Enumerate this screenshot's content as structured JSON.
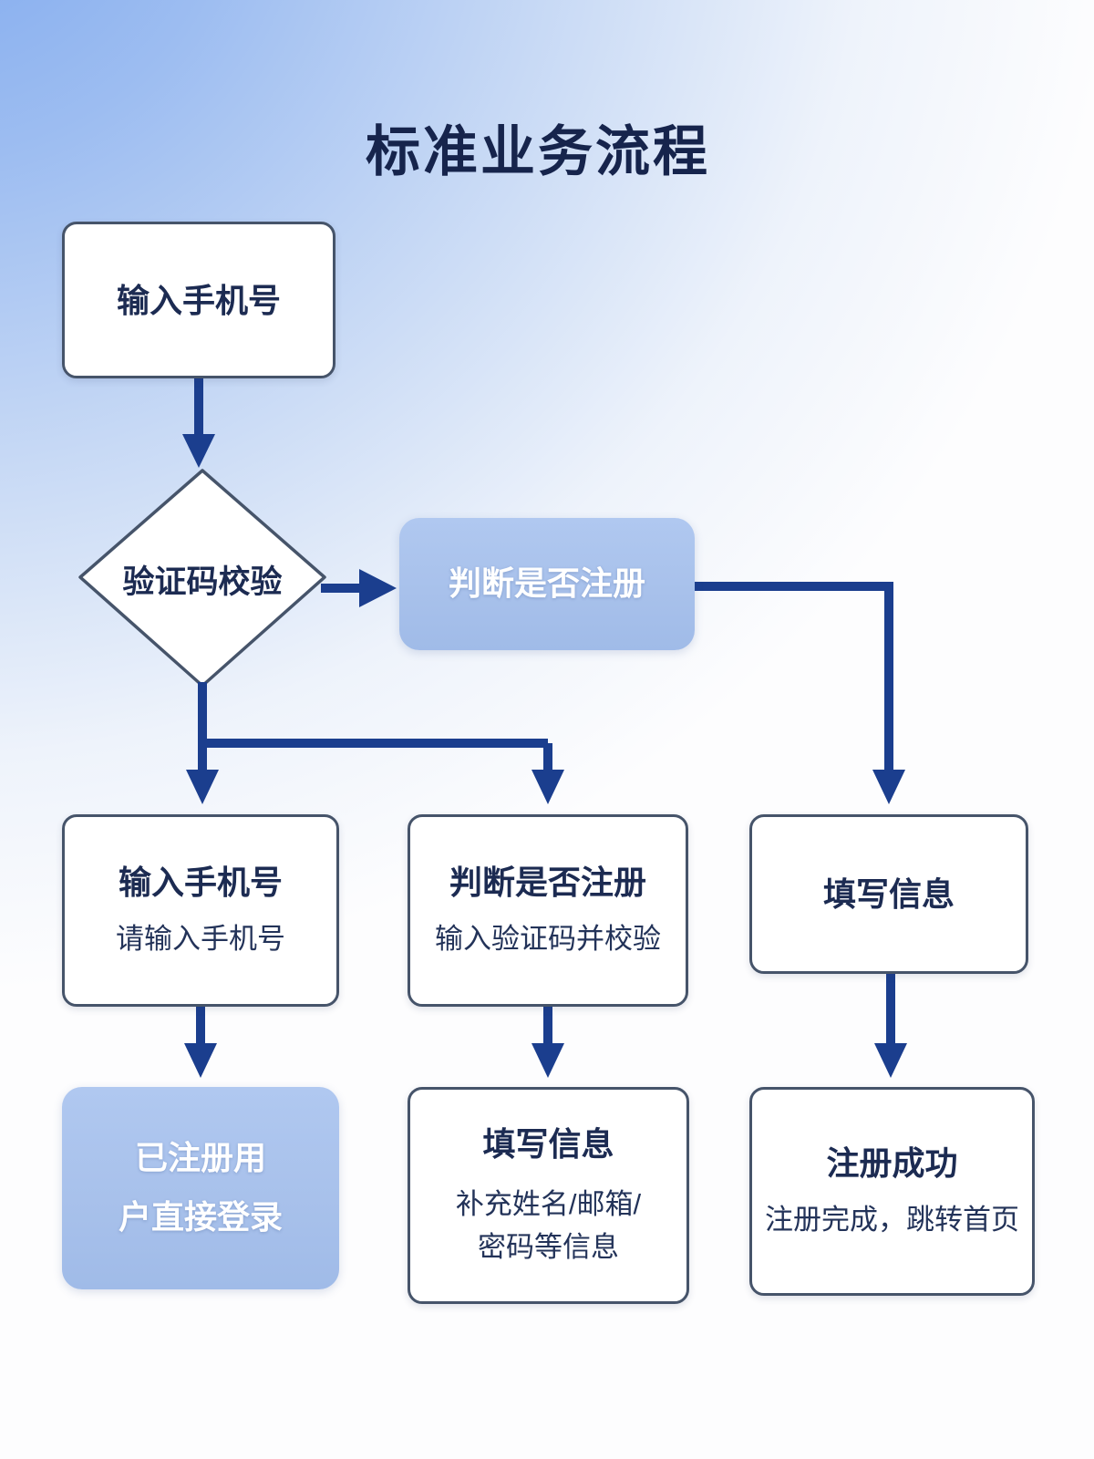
{
  "title": "标准业务流程",
  "colors": {
    "arrow": "#1b3e8e",
    "box-border": "#46546a",
    "blue-fill": "#a8c1eb",
    "title-text": "#16244c",
    "node-title": "#1c2b52",
    "node-sub": "#233359",
    "bg-corner": "#7fa9ee",
    "bg-mid": "#c7d9f5",
    "bg-light": "#eef3fb",
    "bg-white": "#fdfdfe"
  },
  "nodes": {
    "start": {
      "label": "输入手机号"
    },
    "decision": {
      "label": "验证码校验"
    },
    "check_register": {
      "label": "判断是否注册"
    },
    "enter_phone": {
      "title": "输入手机号",
      "subtitle": "请输入手机号"
    },
    "verify_code": {
      "title": "判断是否注册",
      "subtitle": "输入验证码并校验"
    },
    "fill_info": {
      "title": "填写信息"
    },
    "registered_login": {
      "line1": "已注册用",
      "line2": "户直接登录"
    },
    "fill_info_detail": {
      "title": "填写信息",
      "subtitle_line1": "补充姓名/邮箱/",
      "subtitle_line2": "密码等信息"
    },
    "register_success": {
      "title": "注册成功",
      "subtitle": "注册完成，跳转首页"
    }
  }
}
